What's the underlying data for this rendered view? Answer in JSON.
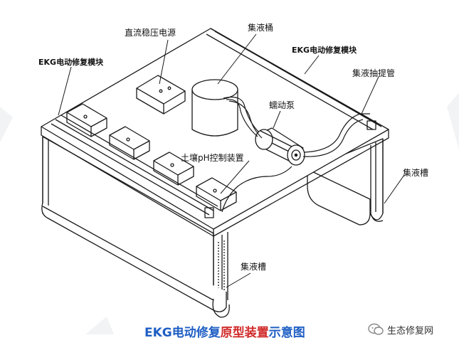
{
  "labels": {
    "power_supply": "直流稳压电源",
    "collection_tank": "集液桶",
    "ekg_module_left": "EKG电动修复模块",
    "ekg_module_right": "EKG电动修复模块",
    "extraction_pipe": "集液抽提管",
    "peristaltic_pump": "蠕动泵",
    "ph_controller": "土壤pH控制装置",
    "trough_right": "集液槽",
    "trough_front": "集液槽"
  },
  "caption": {
    "part1": "EKG电动修复",
    "part2": "原型装置",
    "part3": "示意图"
  },
  "watermark": {
    "text": "生态修复网"
  },
  "colors": {
    "caption_blue": "#1f5fc4",
    "caption_red": "#d12a2a",
    "line": "#1a1a1a",
    "faint_bg_mark": "#f1f3f5"
  }
}
